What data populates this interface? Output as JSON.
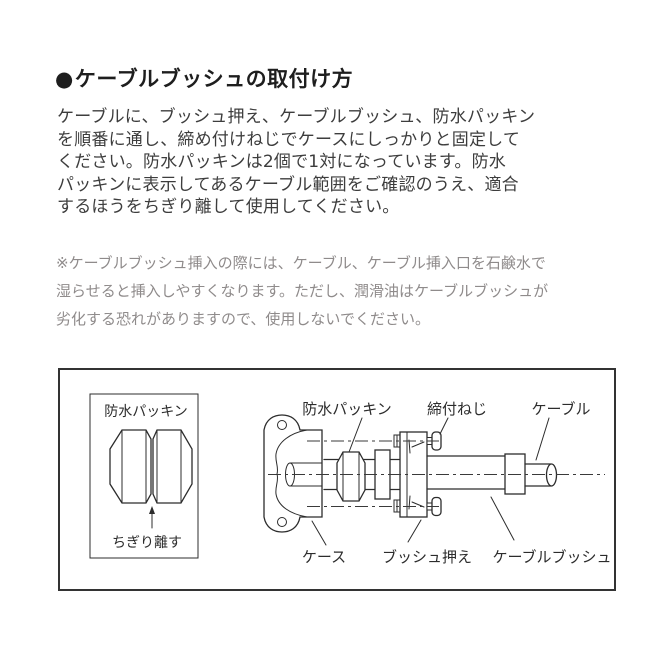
{
  "page": {
    "title_bullet": "●",
    "title": "ケーブルブッシュの取付け方",
    "body": "ケーブルに、ブッシュ押え、ケーブルブッシュ、防水パッキン\nを順番に通し、締め付けねじでケースにしっかりと固定して\nください。防水パッキンは2個で1対になっています。防水\nパッキンに表示してあるケーブル範囲をご確認のうえ、適合\nするほうをちぎり離して使用してください。",
    "note": "※ケーブルブッシュ挿入の際には、ケーブル、ケーブル挿入口を石鹸水で\n湿らせると挿入しやすくなります。ただし、潤滑油はケーブルブッシュが\n劣化する恐れがありますので、使用しないでください。"
  },
  "diagram": {
    "inset": {
      "title": "防水パッキン",
      "caption": "ちぎり離す"
    },
    "labels": {
      "packing": "防水パッキン",
      "screw": "締付ねじ",
      "cable": "ケーブル",
      "case": "ケース",
      "bush_holder": "ブッシュ押え",
      "cable_bush": "ケーブルブッシュ"
    }
  },
  "colors": {
    "text": "#3d3d3d",
    "note_text": "#8f8b8b",
    "line": "#2c2c2c"
  }
}
